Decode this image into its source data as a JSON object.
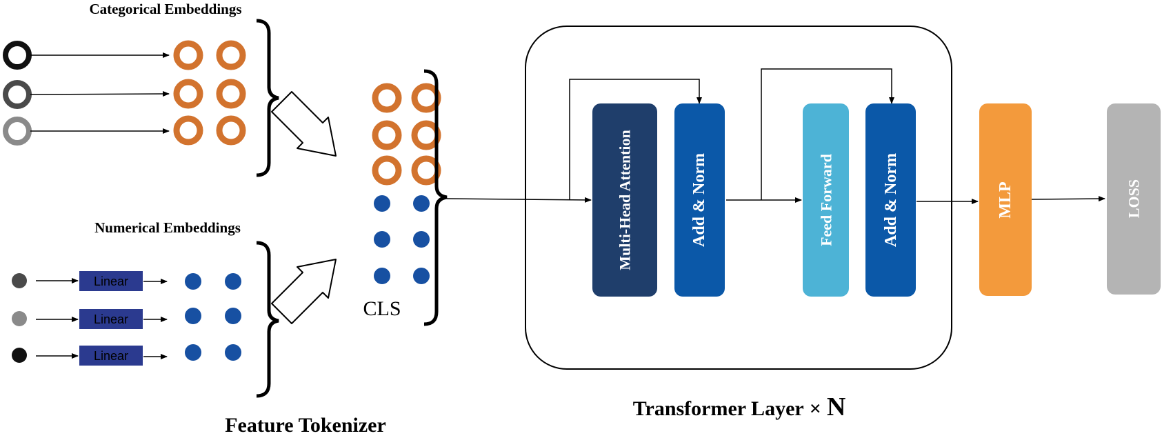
{
  "labels": {
    "categorical_title": "Categorical Embeddings",
    "numerical_title": "Numerical Embeddings",
    "linear_label": "Linear",
    "cls_label": "CLS",
    "feature_tokenizer": "Feature Tokenizer",
    "transformer_layer": "Transformer Layer",
    "times_symbol": "×",
    "n_symbol": "N"
  },
  "blocks": {
    "mha": "Multi-Head Attention",
    "add_norm_1": "Add & Norm",
    "feed_forward": "Feed Forward",
    "add_norm_2": "Add & Norm",
    "mlp": "MLP",
    "loss": "LOSS"
  },
  "colors": {
    "orange_token": "#d2732e",
    "blue_token": "#1750a2",
    "linear_box": "#2b3a8f",
    "mha": "#1f3e6b",
    "add_norm": "#0b58a8",
    "feed_forward": "#4db3d6",
    "mlp": "#f39a3c",
    "loss": "#b4b4b4",
    "input_black": "#111111",
    "input_dark_gray": "#4a4a4a",
    "input_light_gray": "#8a8a8a"
  }
}
